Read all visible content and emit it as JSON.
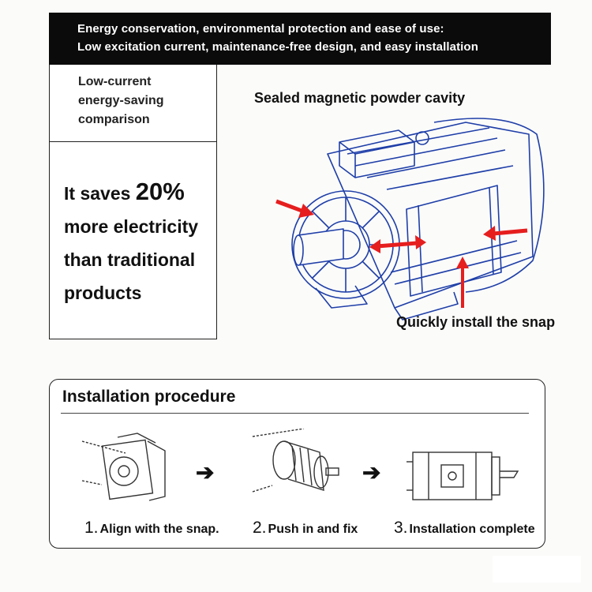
{
  "header": {
    "line1": "Energy conservation, environmental protection and ease of use:",
    "line2": "Low excitation current, maintenance-free design, and easy installation"
  },
  "comparison": {
    "title_line1": "Low-current",
    "title_line2": "energy-saving",
    "title_line3": "comparison",
    "save_prefix": "It saves ",
    "save_percent": "20%",
    "save_line2": "more electricity",
    "save_line3": "than traditional",
    "save_line4": "products"
  },
  "motor": {
    "label_cavity": "Sealed magnetic powder cavity",
    "label_snap": "Quickly install the snap",
    "arrow_color": "#e61e1e",
    "line_color": "#1f3fa8"
  },
  "installation": {
    "title": "Installation procedure",
    "steps": [
      {
        "num": "1.",
        "label": "Align with the snap."
      },
      {
        "num": "2.",
        "label": "Push in and fix"
      },
      {
        "num": "3.",
        "label": "Installation complete"
      }
    ],
    "arrow_glyph": "➔"
  }
}
